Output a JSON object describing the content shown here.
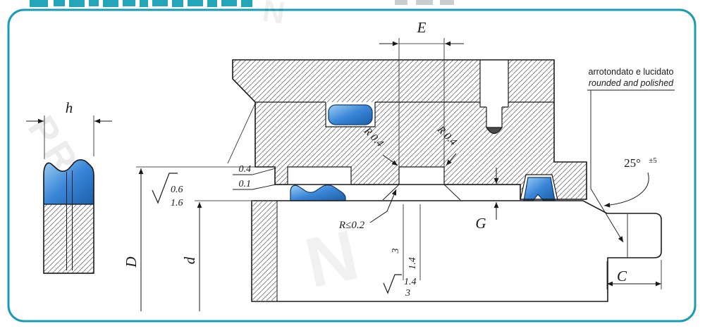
{
  "dims": {
    "E": "E",
    "h": "h",
    "D": "D",
    "d": "d",
    "G": "G",
    "C": "C"
  },
  "radii": {
    "left": "R 0.4",
    "right": "R 0.4",
    "max": "R≤0.2"
  },
  "tol": {
    "a": "0.4",
    "b": "0.1"
  },
  "rough": {
    "left_top": "0.6",
    "left_bottom": "1.6",
    "wall_a": "3",
    "wall_b": "1.4",
    "bottom_a": "1.4",
    "bottom_b": "3"
  },
  "angle": {
    "value": "25°",
    "tol": "±5"
  },
  "note": {
    "line1": "arrotondato e lucidato",
    "line2": "rounded and polished"
  },
  "watermark": {
    "left": "PRO",
    "center": "N",
    "top": "N"
  },
  "colors": {
    "border": "#1b9cb4",
    "seal_blue": "#2d7dd2",
    "line": "#1a1a1a"
  }
}
